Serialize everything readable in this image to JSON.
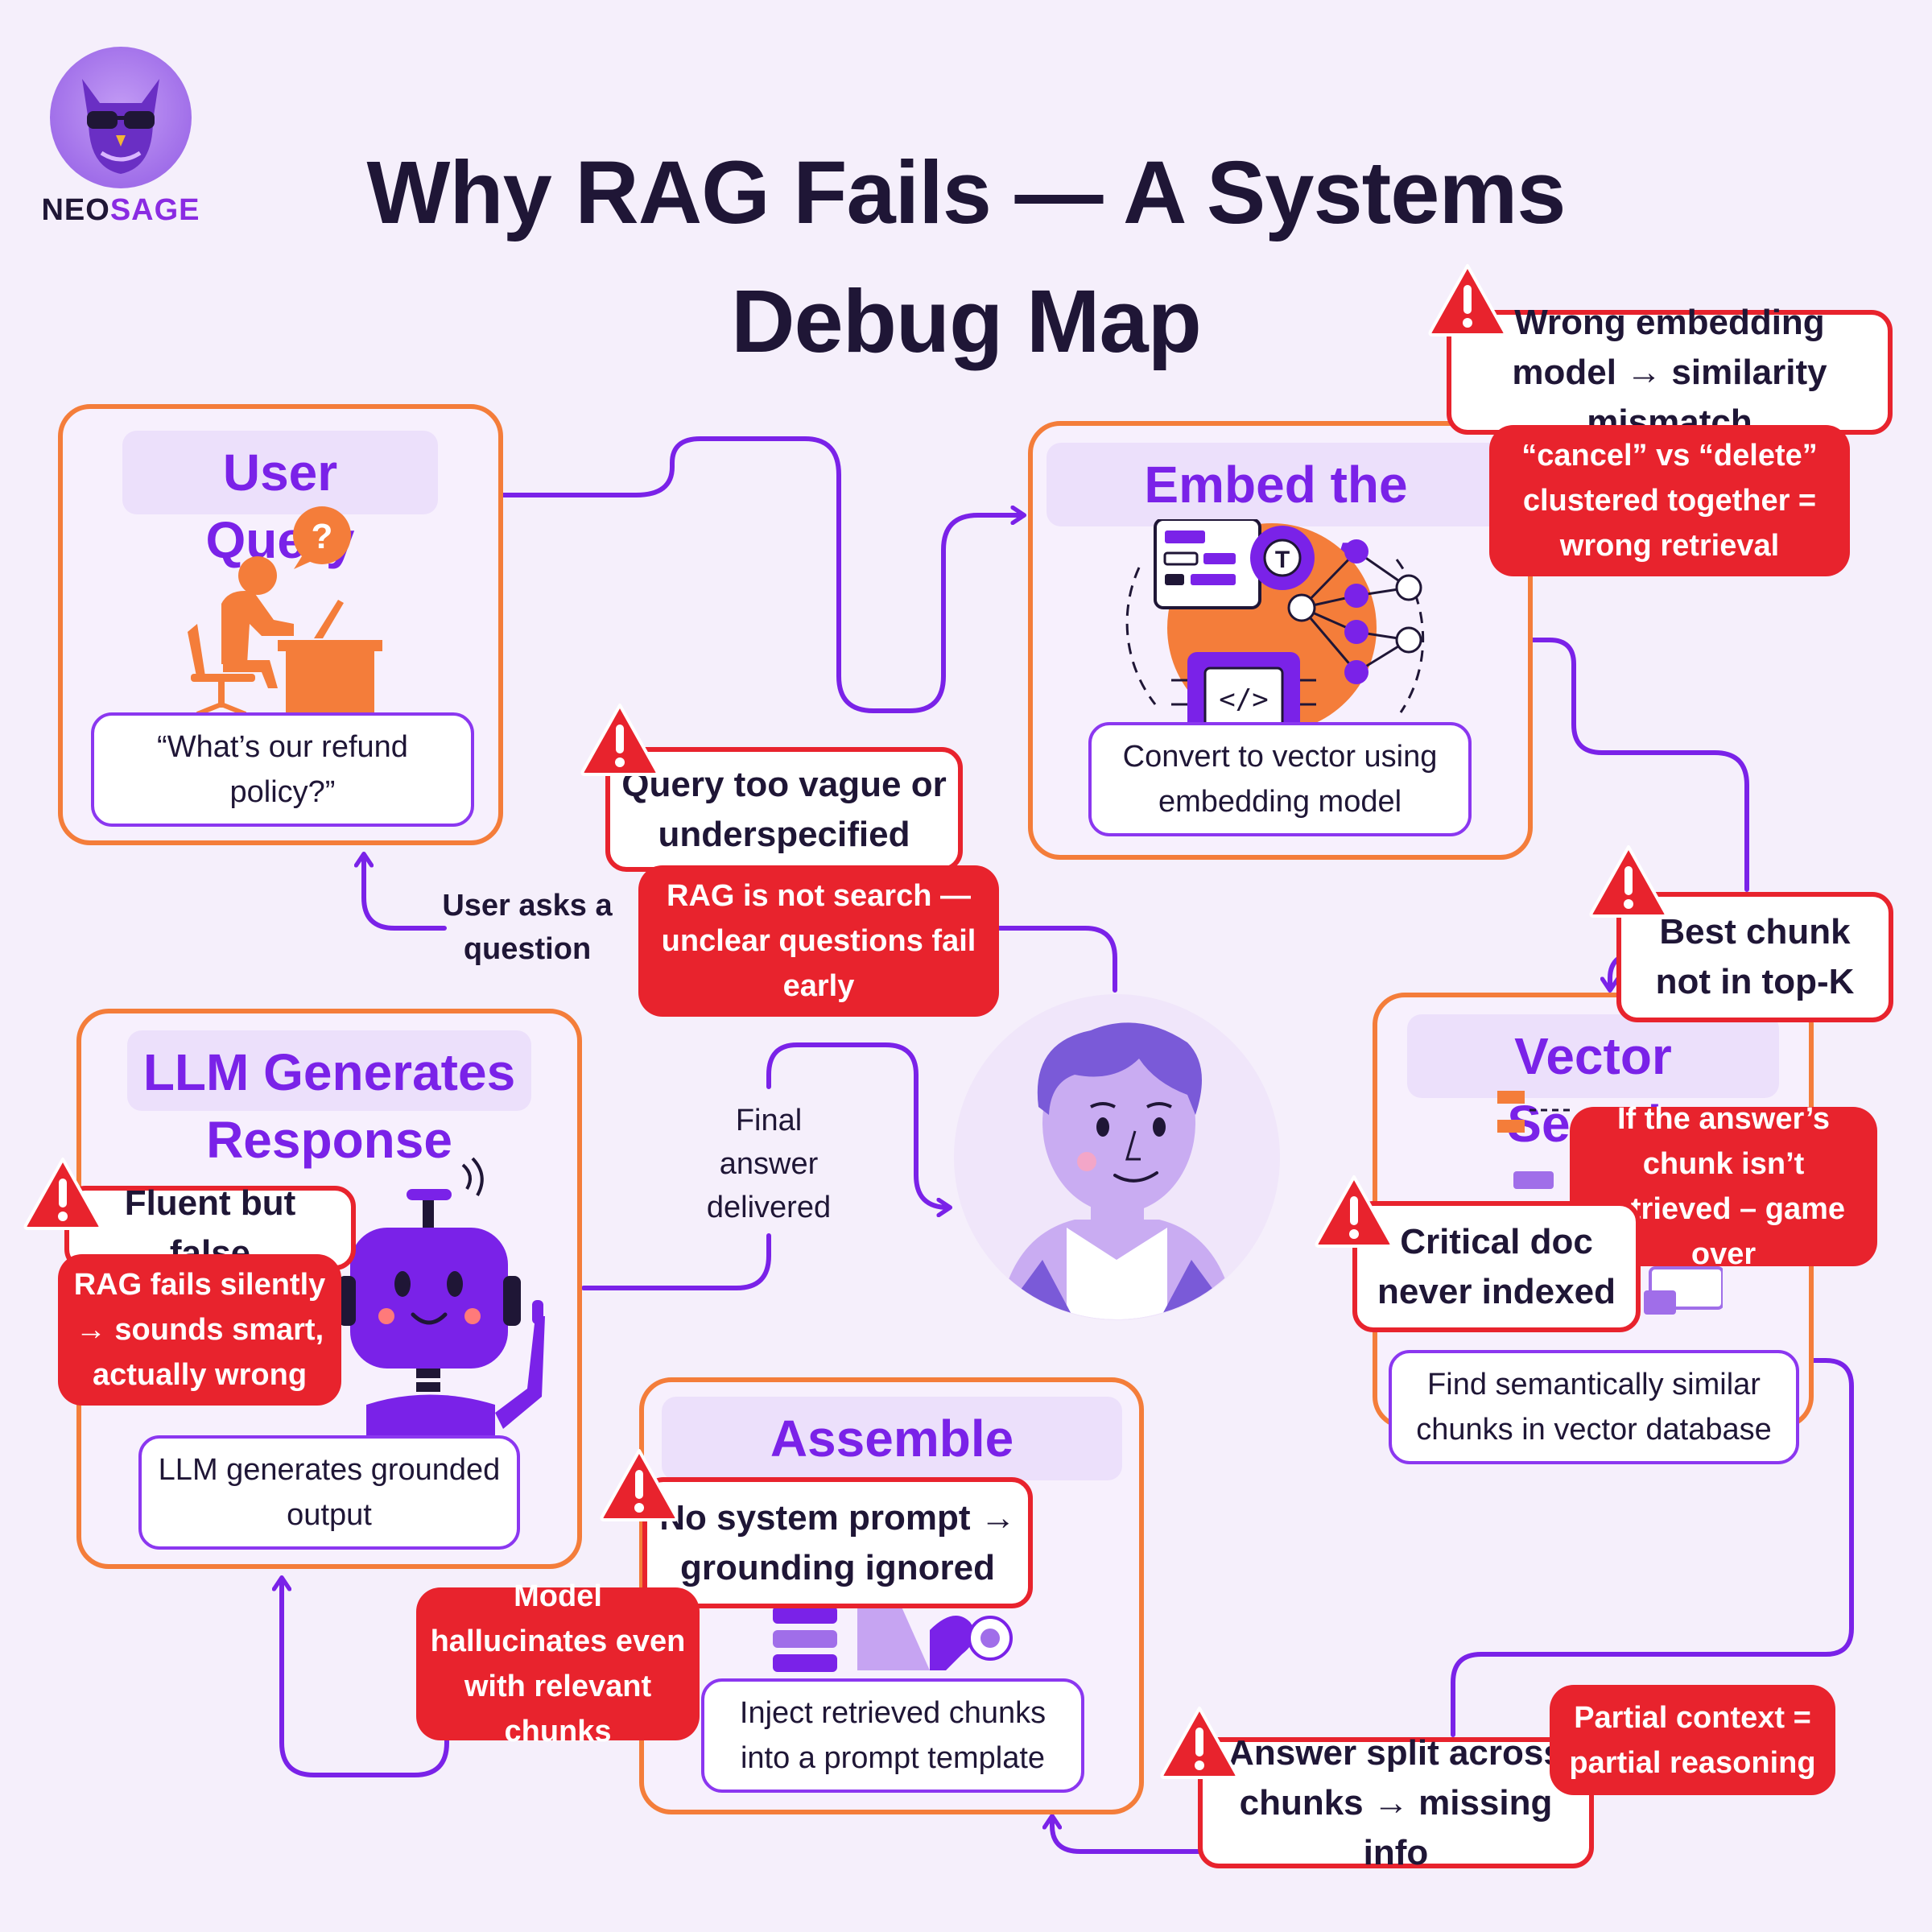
{
  "title": "Why RAG Fails — A Systems Debug Map",
  "brand": {
    "prefix": "NEO",
    "suffix": "SAGE"
  },
  "colors": {
    "background": "#f5effb",
    "stage_border": "#f47d3a",
    "stage_title": "#7a22e8",
    "connector": "#7a22e8",
    "alert": "#e8232d",
    "desc_border": "#8b37f0"
  },
  "stages": {
    "user_query": {
      "title": "User Query",
      "desc": "“What’s our refund policy?”",
      "icon": "person-at-laptop-question-icon"
    },
    "embed": {
      "title": "Embed the Query",
      "desc": "Convert to vector using embedding model",
      "icon": "embedding-chip-network-icon"
    },
    "vector_search": {
      "title": "Vector Search",
      "desc": "Find semantically similar chunks in vector database",
      "icon": "search-screens-icon"
    },
    "assemble": {
      "title": "Assemble Prompt",
      "desc": "Inject retrieved chunks into a prompt template",
      "icon": "prompt-tools-icon"
    },
    "llm": {
      "title": "LLM Generates Response",
      "desc": "LLM generates grounded output",
      "icon": "robot-icon"
    }
  },
  "failures": {
    "embedding_model": {
      "warning": "Wrong embedding model → similarity mismatch",
      "note": "“cancel” vs “delete” clustered together = wrong retrieval"
    },
    "vague_query": {
      "warning": "Query too vague or underspecified",
      "note": "RAG is not search — unclear questions fail early"
    },
    "top_k": {
      "warning": "Best chunk not in top-K",
      "note": "If the answer’s chunk isn’t retrieved – game over"
    },
    "not_indexed": {
      "warning": "Critical doc never indexed"
    },
    "split_chunks": {
      "warning": "Answer split across chunks → missing info",
      "note": "Partial context = partial reasoning"
    },
    "no_system_prompt": {
      "warning": "No system prompt → grounding ignored",
      "note": "Model hallucinates even with relevant chunks"
    },
    "fluent_false": {
      "warning": "Fluent but false",
      "note": "RAG fails silently → sounds smart, actually wrong"
    }
  },
  "connectors": {
    "user_asks": "User asks a question",
    "final_answer": "Final answer delivered"
  },
  "center": {
    "icon": "developer-avatar-icon"
  }
}
